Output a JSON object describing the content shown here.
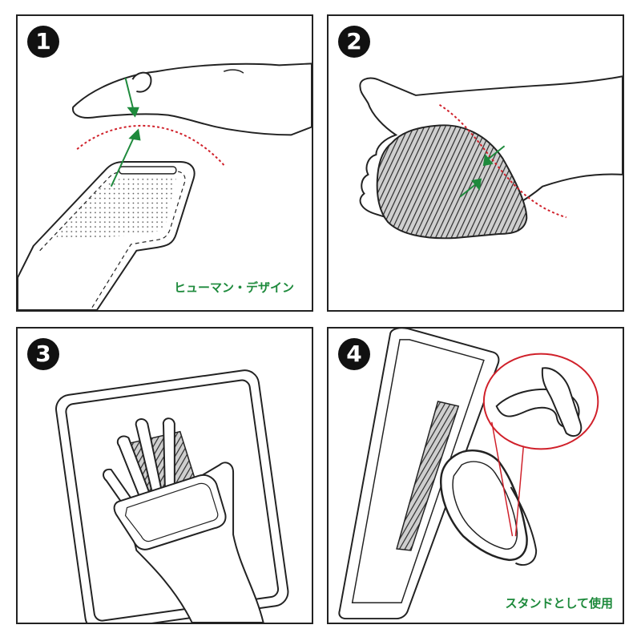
{
  "panels": [
    {
      "number": "1",
      "caption": "ヒューマン・デザイン"
    },
    {
      "number": "2",
      "caption": ""
    },
    {
      "number": "3",
      "caption": ""
    },
    {
      "number": "4",
      "caption": "スタンドとして使用"
    }
  ],
  "colors": {
    "caption": "#1e8a3c",
    "arrow": "#1e8a3c",
    "guide_curve": "#d0202a",
    "outline": "#222222"
  },
  "icons": [
    "hand-illustration",
    "strap-pad-illustration",
    "tablet-illustration",
    "stand-illustration",
    "zoom-callout"
  ]
}
